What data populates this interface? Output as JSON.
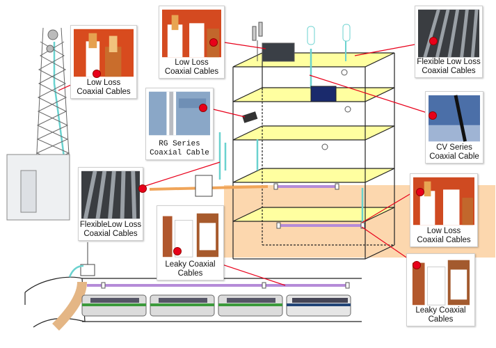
{
  "callouts": {
    "tower_cable": {
      "label": "Low Loss\nCoaxial Cables"
    },
    "rooftop_cable": {
      "label": "Low Loss\nCoaxial Cables"
    },
    "rooftop_flexible": {
      "label": "Flexible Low Loss\nCoaxial Cables"
    },
    "rg_series": {
      "label": "RG Series\nCoaxial Cable"
    },
    "cv_series": {
      "label": "CV Series\nCoaxial Cable"
    },
    "ground_flexible": {
      "label": "FlexibleLow Loss\nCoaxial Cables"
    },
    "basement_low_loss": {
      "label": "Low Loss\nCoaxial Cables"
    },
    "tunnel_leaky": {
      "label": "Leaky Coaxial\nCables"
    },
    "basement_leaky": {
      "label": "Leaky Coaxial\nCables"
    }
  },
  "colors": {
    "floor": "#ffffa0",
    "basement": "#fcd7ae",
    "cable": "#6ad2cf",
    "leaky": "#b58bd8",
    "leader": "#e8001a",
    "structure": "#222222"
  }
}
